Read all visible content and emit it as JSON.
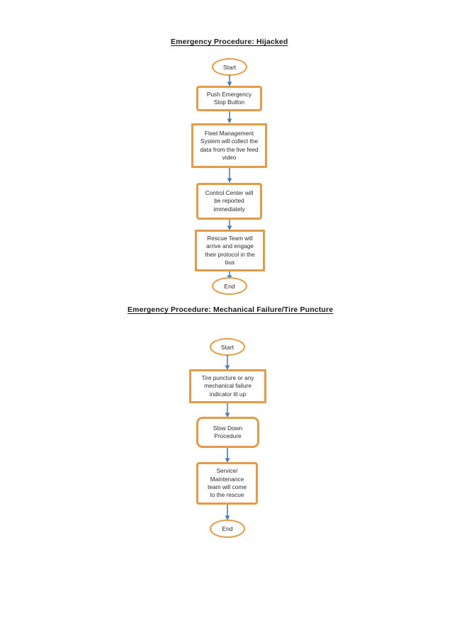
{
  "document": {
    "background_color": "#ffffff",
    "node_border_color": "#E39B4A",
    "node_fill_color": "#ffffff",
    "connector_color": "#4A7EBB",
    "text_color": "#262626"
  },
  "flowcharts": [
    {
      "id": "hijacked",
      "title": "Emergency Procedure: Hijacked",
      "nodes": [
        {
          "id": "f1-start",
          "shape": "ellipse",
          "label": "Start"
        },
        {
          "id": "f1-step1",
          "shape": "rectangle",
          "label": "Push Emergency\nStop Button"
        },
        {
          "id": "f1-step2",
          "shape": "rectangle",
          "label": "Fleet Management\nSystem will collect the\ndata from the live feed\nvideo"
        },
        {
          "id": "f1-step3",
          "shape": "rectangle",
          "label": "Control Center will\nbe reported\nimmediately"
        },
        {
          "id": "f1-step4",
          "shape": "rectangle",
          "label": "Rescue Team will\narrive and engage\ntheir protocol in the\nbus"
        },
        {
          "id": "f1-end",
          "shape": "ellipse",
          "label": "End"
        }
      ],
      "connectors": [
        {
          "from": "f1-start",
          "to": "f1-step1"
        },
        {
          "from": "f1-step1",
          "to": "f1-step2"
        },
        {
          "from": "f1-step2",
          "to": "f1-step3"
        },
        {
          "from": "f1-step3",
          "to": "f1-step4"
        },
        {
          "from": "f1-step4",
          "to": "f1-end"
        }
      ]
    },
    {
      "id": "mechanical-failure",
      "title": "Emergency Procedure: Mechanical Failure/Tire Puncture",
      "nodes": [
        {
          "id": "f2-start",
          "shape": "ellipse",
          "label": "Start"
        },
        {
          "id": "f2-step1",
          "shape": "rectangle",
          "label": "Tire puncture or any\nmechanical failure\nindicator lit up"
        },
        {
          "id": "f2-step2",
          "shape": "rounded-rectangle",
          "label": "Slow Down\nProcedure"
        },
        {
          "id": "f2-step3",
          "shape": "rectangle",
          "label": "Service/\nMaintenance\nteam will come\nto the rescue"
        },
        {
          "id": "f2-end",
          "shape": "ellipse",
          "label": "End"
        }
      ],
      "connectors": [
        {
          "from": "f2-start",
          "to": "f2-step1"
        },
        {
          "from": "f2-step1",
          "to": "f2-step2"
        },
        {
          "from": "f2-step2",
          "to": "f2-step3"
        },
        {
          "from": "f2-step3",
          "to": "f2-end"
        }
      ]
    }
  ]
}
